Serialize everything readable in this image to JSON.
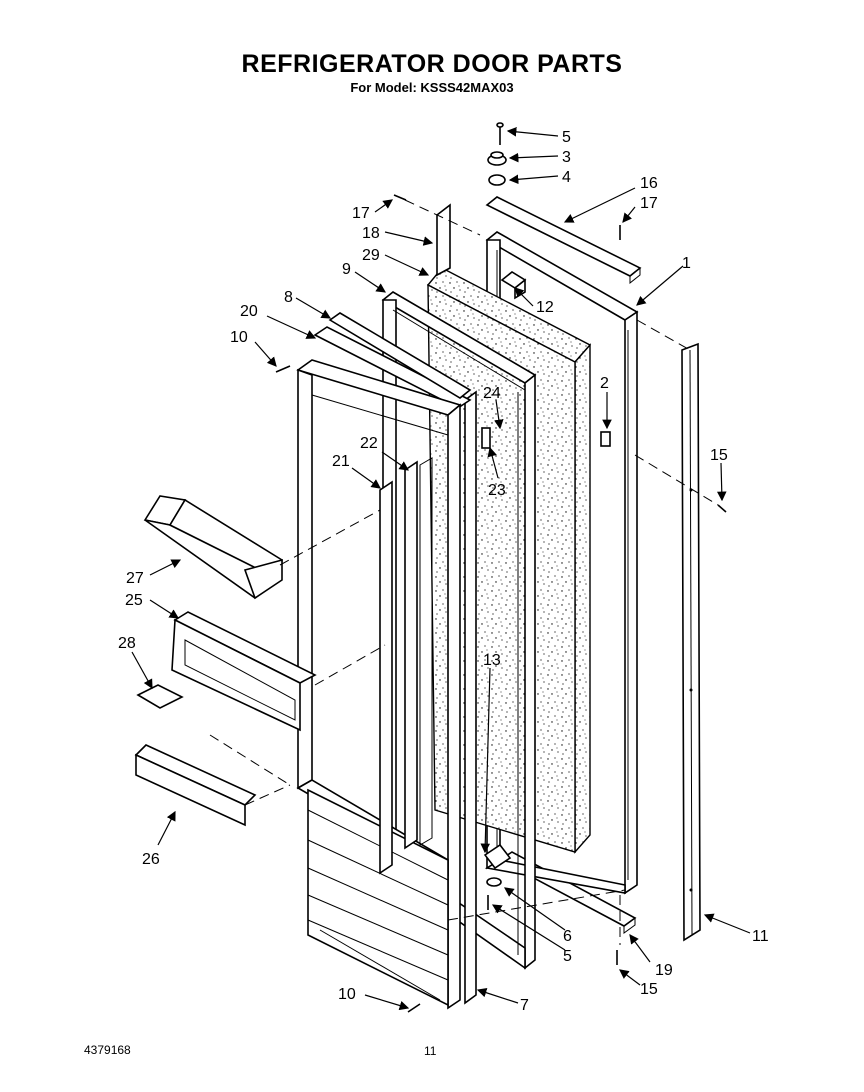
{
  "header": {
    "title": "REFRIGERATOR DOOR PARTS",
    "subtitle": "For Model: KSSS42MAX03"
  },
  "footer": {
    "doc_number": "4379168",
    "page_number": "11"
  },
  "callouts": [
    "1",
    "2",
    "3",
    "4",
    "5",
    "5",
    "6",
    "7",
    "8",
    "9",
    "10",
    "10",
    "11",
    "12",
    "13",
    "15",
    "15",
    "16",
    "17",
    "17",
    "18",
    "19",
    "20",
    "21",
    "22",
    "23",
    "24",
    "25",
    "26",
    "27",
    "28",
    "29"
  ]
}
